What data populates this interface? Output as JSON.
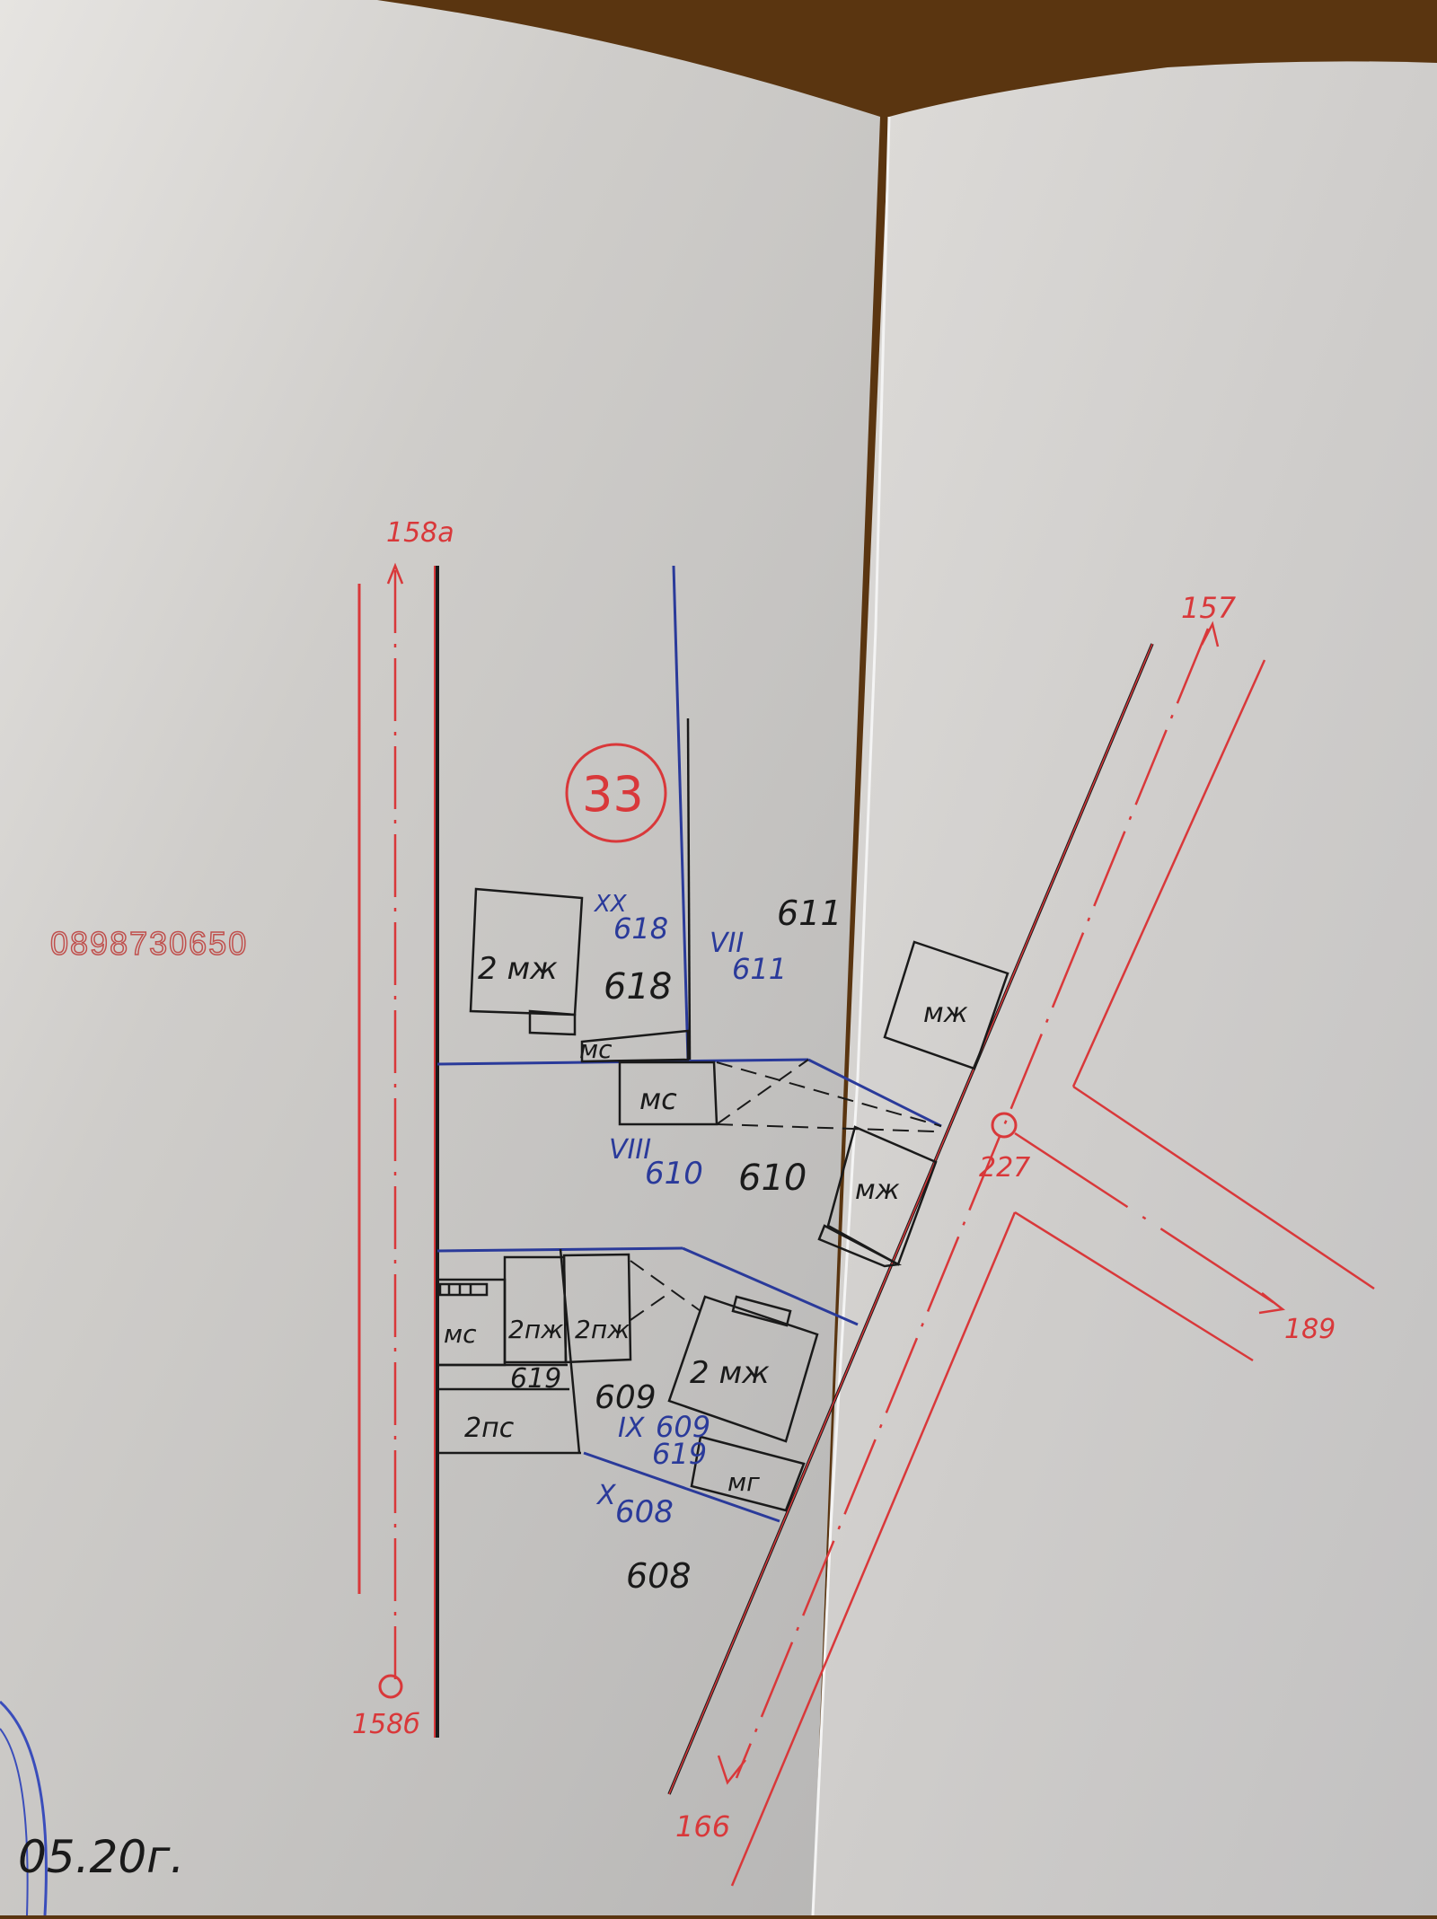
{
  "document": {
    "type": "hand-drawn cadastral sketch on tracing paper",
    "block_number": "33",
    "watermark_phone": "0898730650",
    "date_fragment": "05.20г."
  },
  "colors": {
    "background_wood": "#5a3510",
    "paper": "#d8d6d2",
    "paper_shadow": "#b9b7b5",
    "red_ink": "#d9383a",
    "blue_ink": "#2a3a9a",
    "black_ink": "#1a1a1a",
    "watermark": "#c0504d"
  },
  "street_points": {
    "top_left": "158а",
    "bottom_left": "158б",
    "top_right": "157",
    "junction": "227",
    "right_branch": "189",
    "bottom_right": "166"
  },
  "plots": [
    {
      "id": "618",
      "regulation_roman": "XX",
      "regulation_number": "618"
    },
    {
      "id": "611",
      "regulation_roman": "VII",
      "regulation_number": "611"
    },
    {
      "id": "610",
      "regulation_roman": "VIII",
      "regulation_number": "610"
    },
    {
      "id": "609",
      "regulation_roman": "IX",
      "regulation_number": "609",
      "regulation_number_2": "619"
    },
    {
      "id": "619"
    },
    {
      "id": "608",
      "regulation_roman": "X",
      "regulation_number": "608"
    }
  ],
  "buildings": {
    "b618_main": "2 мж",
    "b618_aux": "мс",
    "b610_aux": "мс",
    "b611_main": "мж",
    "b610_main": "мж",
    "b619_ms": "мс",
    "b619_2pzh_a": "2пж",
    "b619_2pzh_b": "2пж",
    "b619_2ps": "2пс",
    "b609_main": "2 мж",
    "b609_garage": "мг"
  }
}
